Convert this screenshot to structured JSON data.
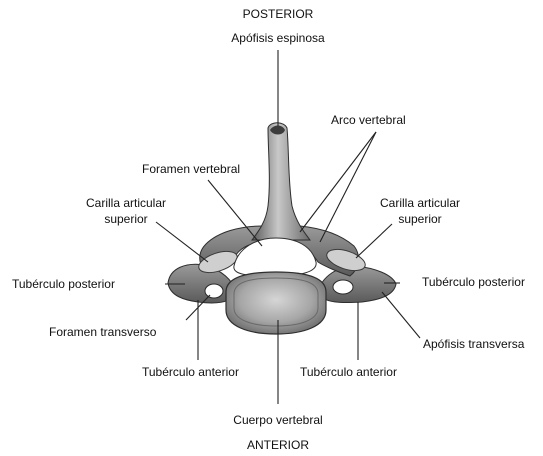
{
  "orientation": {
    "top": "POSTERIOR",
    "bottom": "ANTERIOR"
  },
  "labels": {
    "spinous_process": "Apófisis espinosa",
    "vertebral_arch": "Arco vertebral",
    "vertebral_foramen": "Foramen vertebral",
    "superior_facet_left_1": "Carilla articular",
    "superior_facet_left_2": "superior",
    "superior_facet_right_1": "Carilla articular",
    "superior_facet_right_2": "superior",
    "posterior_tubercle_left": "Tubérculo posterior",
    "posterior_tubercle_right": "Tubérculo posterior",
    "transverse_foramen": "Foramen transverso",
    "transverse_process": "Apófisis transversa",
    "anterior_tubercle_left": "Tubérculo anterior",
    "anterior_tubercle_right": "Tubérculo anterior",
    "vertebral_body": "Cuerpo vertebral"
  },
  "colors": {
    "bone_light": "#d8d8d8",
    "bone_mid": "#a8a8a8",
    "bone_dark": "#4a4a4a",
    "leader": "#222222"
  }
}
